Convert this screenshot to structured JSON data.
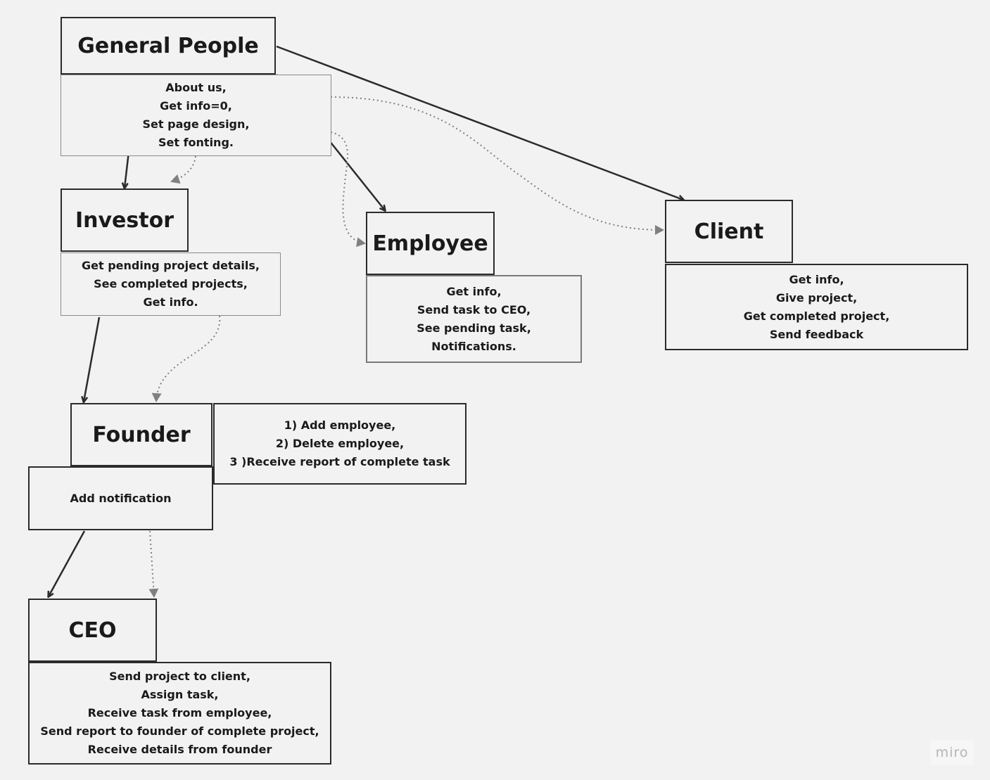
{
  "diagram": {
    "nodes": {
      "general_people": {
        "title": "General People",
        "description": "About us,\nGet info=0,\nSet page design,\nSet fonting."
      },
      "investor": {
        "title": "Investor",
        "description": "Get pending project  details,\nSee completed projects,\nGet info."
      },
      "employee": {
        "title": "Employee",
        "description": "Get info,\nSend task to CEO,\nSee pending task,\nNotifications."
      },
      "client": {
        "title": "Client",
        "description": "Get info,\nGive project,\nGet completed project,\nSend feedback"
      },
      "founder": {
        "title": "Founder",
        "description": "Add notification",
        "extra_description": "1) Add employee,\n2) Delete employee,\n3 )Receive report of complete task"
      },
      "ceo": {
        "title": "CEO",
        "description": "Send project to client,\nAssign task,\nReceive task from employee,\nSend report to founder of complete project,\nReceive details from founder"
      }
    },
    "edges": [
      {
        "from": "general_people",
        "to": "investor",
        "style": "solid"
      },
      {
        "from": "general_people",
        "to": "investor",
        "style": "dotted"
      },
      {
        "from": "general_people",
        "to": "employee",
        "style": "solid"
      },
      {
        "from": "general_people",
        "to": "employee",
        "style": "dotted"
      },
      {
        "from": "general_people",
        "to": "client",
        "style": "solid"
      },
      {
        "from": "general_people",
        "to": "client",
        "style": "dotted"
      },
      {
        "from": "investor",
        "to": "founder",
        "style": "solid"
      },
      {
        "from": "investor",
        "to": "founder",
        "style": "dotted"
      },
      {
        "from": "founder",
        "to": "ceo",
        "style": "solid"
      },
      {
        "from": "founder",
        "to": "ceo",
        "style": "dotted"
      }
    ],
    "colors": {
      "background": "#f2f2f2",
      "solid_line": "#2b2b2b",
      "dotted_line": "#808080"
    }
  },
  "watermark": {
    "text": "miro"
  }
}
